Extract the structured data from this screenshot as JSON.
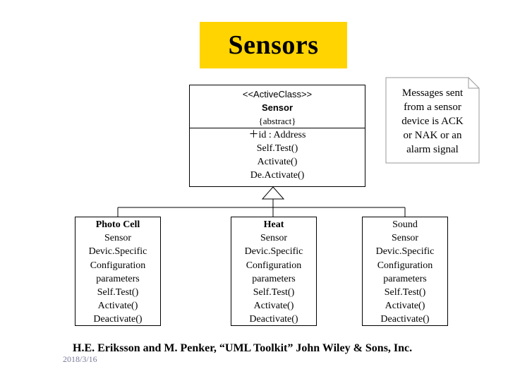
{
  "title": "Sensors",
  "parent_class": {
    "stereotype": "<<ActiveClass>>",
    "name": "Sensor",
    "modifier": "{abstract}",
    "attribute": "＋id : Address",
    "operations": [
      "Self.Test()",
      "Activate()",
      "De.Activate()"
    ]
  },
  "note": {
    "lines": [
      "Messages sent",
      "from a sensor",
      "device is ACK",
      "or NAK or an",
      "alarm signal"
    ]
  },
  "subclasses": [
    {
      "name_lines": [
        "Photo Cell",
        "Sensor"
      ],
      "body_lines": [
        "Devic.Specific",
        "Configuration",
        "parameters",
        "Self.Test()",
        "Activate()",
        "Deactivate()"
      ]
    },
    {
      "name_lines": [
        "Heat",
        "Sensor"
      ],
      "body_lines": [
        "Devic.Specific",
        "Configuration",
        "parameters",
        "Self.Test()",
        "Activate()",
        "Deactivate()"
      ]
    },
    {
      "name_lines": [
        "Sound",
        "Sensor"
      ],
      "body_lines": [
        "Devic.Specific",
        "Configuration",
        "parameters",
        "Self.Test()",
        "Activate()",
        "Deactivate()"
      ]
    }
  ],
  "citation": "H.E. Eriksson and M. Penker, “UML Toolkit” John Wiley & Sons, Inc.",
  "date": "2018/3/16",
  "colors": {
    "title_background": "#ffd400",
    "date_text": "#7a7a9a"
  }
}
